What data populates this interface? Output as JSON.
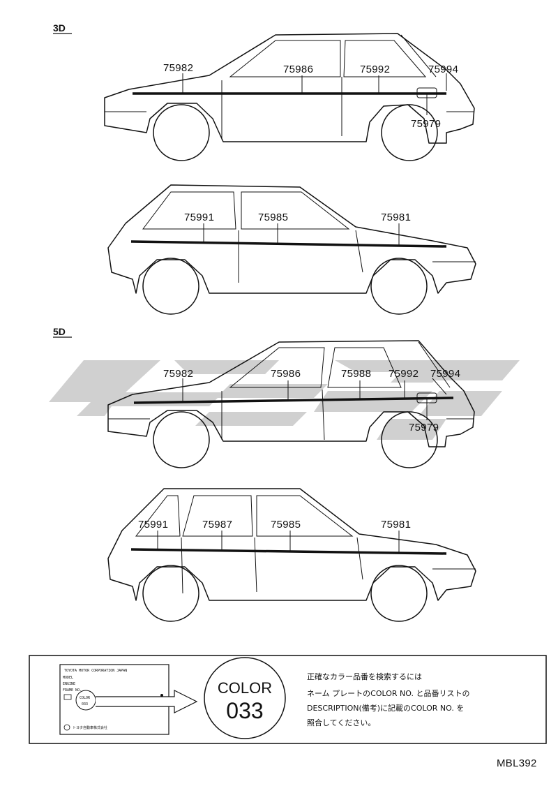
{
  "sections": {
    "three_door": "3D",
    "five_door": "5D"
  },
  "parts": {
    "d3_left": [
      "75982",
      "75986",
      "75992",
      "75994",
      "75979"
    ],
    "d3_right": [
      "75991",
      "75985",
      "75981"
    ],
    "d5_left": [
      "75982",
      "75986",
      "75988",
      "75992",
      "75994",
      "75979"
    ],
    "d5_right": [
      "75991",
      "75987",
      "75985",
      "75981"
    ]
  },
  "note_box": {
    "plate_header": "TOYOTA MOTOR CORPORATION JAPAN",
    "plate_rows": [
      "MODEL",
      "ENGINE",
      "FRAME NO."
    ],
    "plate_color_label": "COLOR",
    "plate_color_code": "033",
    "plate_footer": "トヨタ自動車株式会社",
    "big_color_label": "COLOR",
    "big_color_code": "033",
    "instructions": [
      "正確なカラー品番を検索するには",
      "ネーム プレートのCOLOR NO. と品番リストの",
      "DESCRIPTION(備考)に記載のCOLOR NO. を",
      "照合してください。"
    ]
  },
  "figure_code": "MBL392"
}
